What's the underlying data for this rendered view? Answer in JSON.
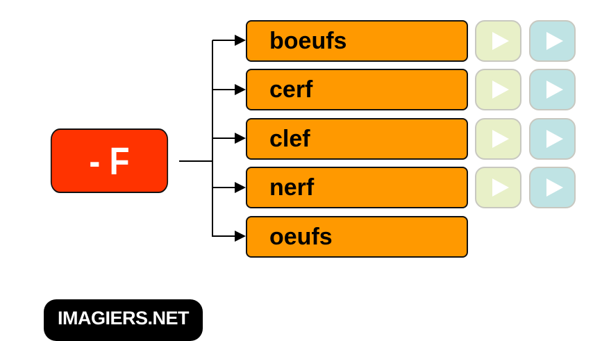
{
  "root": {
    "label": "- F",
    "color": "#ff3300"
  },
  "words": [
    {
      "label": "boeufs",
      "has_audio": true
    },
    {
      "label": "cerf",
      "has_audio": true
    },
    {
      "label": "clef",
      "has_audio": true
    },
    {
      "label": "nerf",
      "has_audio": true
    },
    {
      "label": "oeufs",
      "has_audio": false
    }
  ],
  "colors": {
    "word_box": "#ff9900",
    "play_green": "#e8f0c8",
    "play_blue": "#bfe3e4"
  },
  "logo": "IMAGIERS.NET"
}
